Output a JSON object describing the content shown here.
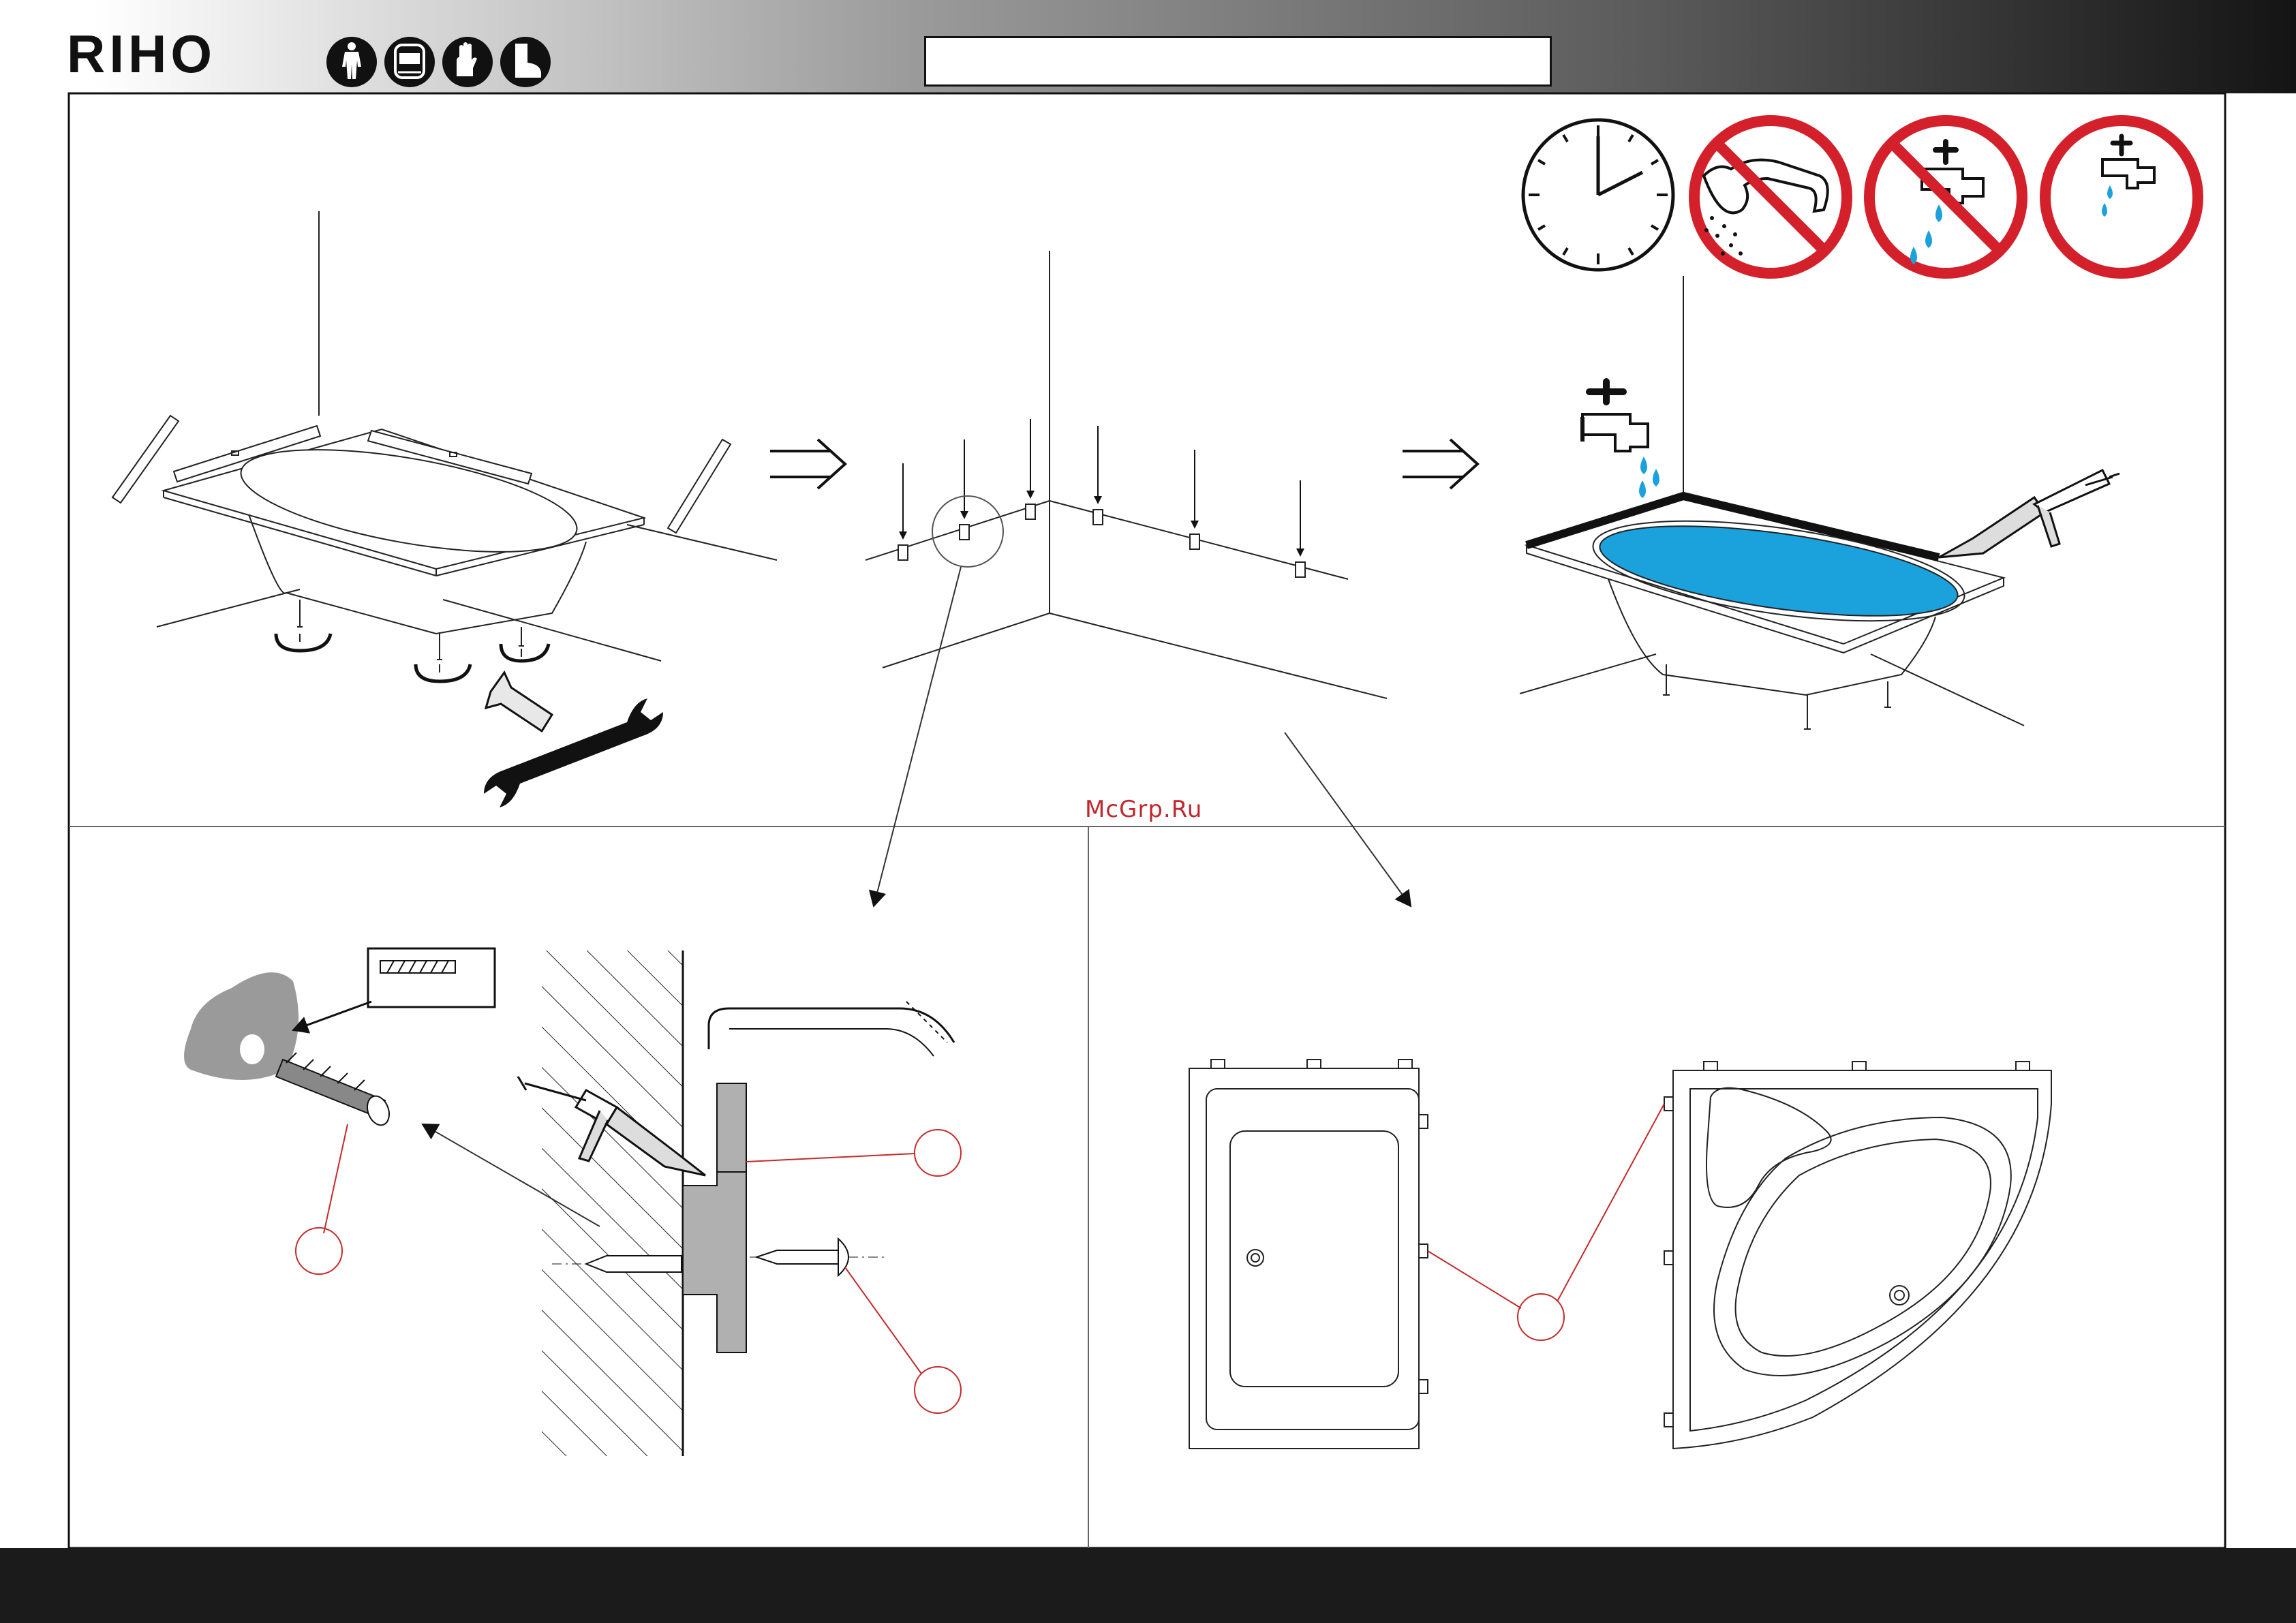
{
  "header": {
    "brand": "RIHO",
    "safety_icons": [
      "overalls-icon",
      "face-shield-icon",
      "gloves-icon",
      "safety-boot-icon"
    ],
    "title_box_text": ""
  },
  "warnings": {
    "icons": [
      "clock-icon",
      "no-shower-icon",
      "no-tap-icon",
      "tap-allowed-icon"
    ],
    "accent_color": "#d4202a"
  },
  "watermark": "McGrp.Ru",
  "steps": {
    "step1": "level-and-adjust-feet",
    "step2": "mark-and-fix-wall-brackets",
    "step3": "fill-with-water-and-seal"
  },
  "colors": {
    "water": "#1ba1dc",
    "callout_line": "#c62a2a",
    "footer": "#1b1b1b"
  }
}
